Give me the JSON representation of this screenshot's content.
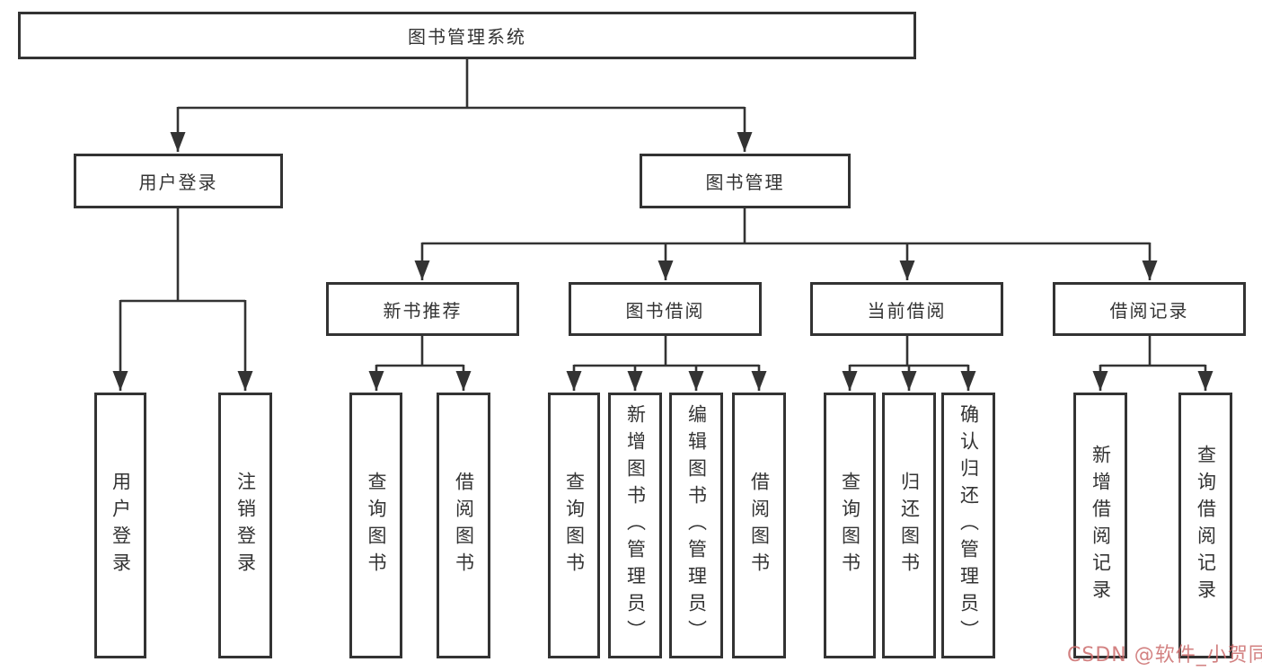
{
  "tree": {
    "label": "图书管理系统",
    "children": [
      {
        "label": "用户登录",
        "children": [
          {
            "label": "用户登录"
          },
          {
            "label": "注销登录"
          }
        ]
      },
      {
        "label": "图书管理",
        "children": [
          {
            "label": "新书推荐",
            "children": [
              {
                "label": "查询图书"
              },
              {
                "label": "借阅图书"
              }
            ]
          },
          {
            "label": "图书借阅",
            "children": [
              {
                "label": "查询图书"
              },
              {
                "label": "新增图书（管理员）"
              },
              {
                "label": "编辑图书（管理员）"
              },
              {
                "label": "借阅图书"
              }
            ]
          },
          {
            "label": "当前借阅",
            "children": [
              {
                "label": "查询图书"
              },
              {
                "label": "归还图书"
              },
              {
                "label": "确认归还（管理员）"
              }
            ]
          },
          {
            "label": "借阅记录",
            "children": [
              {
                "label": "新增借阅记录"
              },
              {
                "label": "查询借阅记录"
              }
            ]
          }
        ]
      }
    ]
  },
  "watermark": {
    "text": "CSDN @软件_小贺同学"
  },
  "colors": {
    "line": "#333333",
    "text": "#333333",
    "background": "#ffffff",
    "watermark": "#cb6c6c"
  }
}
